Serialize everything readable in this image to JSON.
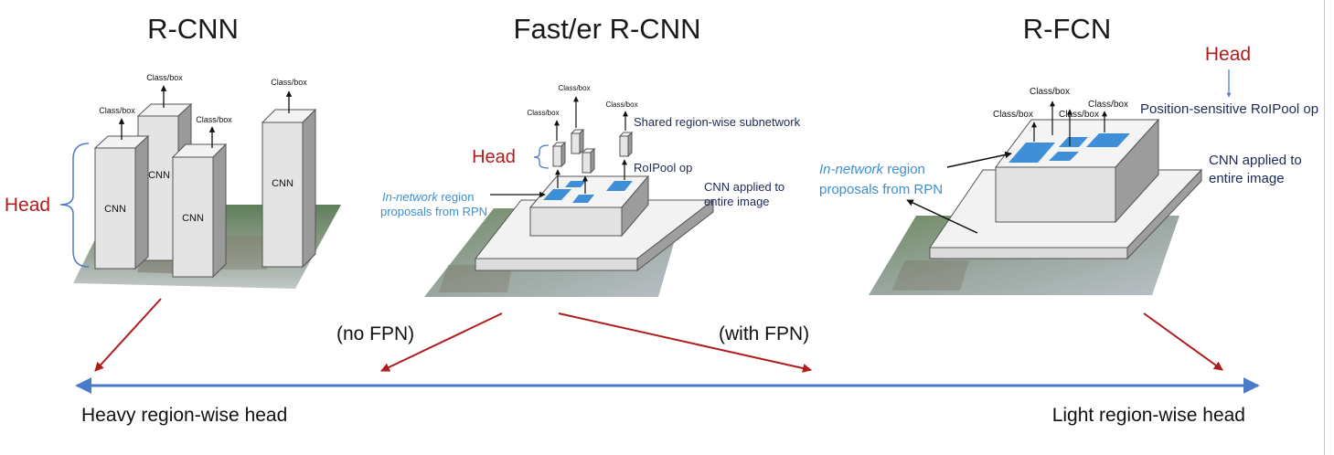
{
  "titles": {
    "rcnn": "R-CNN",
    "faster": "Fast/er R-CNN",
    "rfcn": "R-FCN"
  },
  "labels": {
    "class_box": "Class/box",
    "cnn": "CNN",
    "head": "Head",
    "shared_subnet": "Shared region-wise subnetwork",
    "roipool": "RoIPool op",
    "cnn_applied_1": "CNN applied to",
    "cnn_applied_2": "entire image",
    "innet_italic": "In-network",
    "innet_rest": " region",
    "proposals": "proposals from RPN",
    "pos_sensitive": "Position-sensitive RoIPool op",
    "no_fpn": "(no FPN)",
    "with_fpn": "(with FPN)",
    "heavy": "Heavy region-wise head",
    "light": "Light region-wise head"
  },
  "colors": {
    "red": "#b01c1c",
    "axis_blue": "#4a7bc8",
    "label_blue": "#3f8fd0",
    "dark_navy": "#1e2a55",
    "region_blue": "#3f8fd8"
  }
}
